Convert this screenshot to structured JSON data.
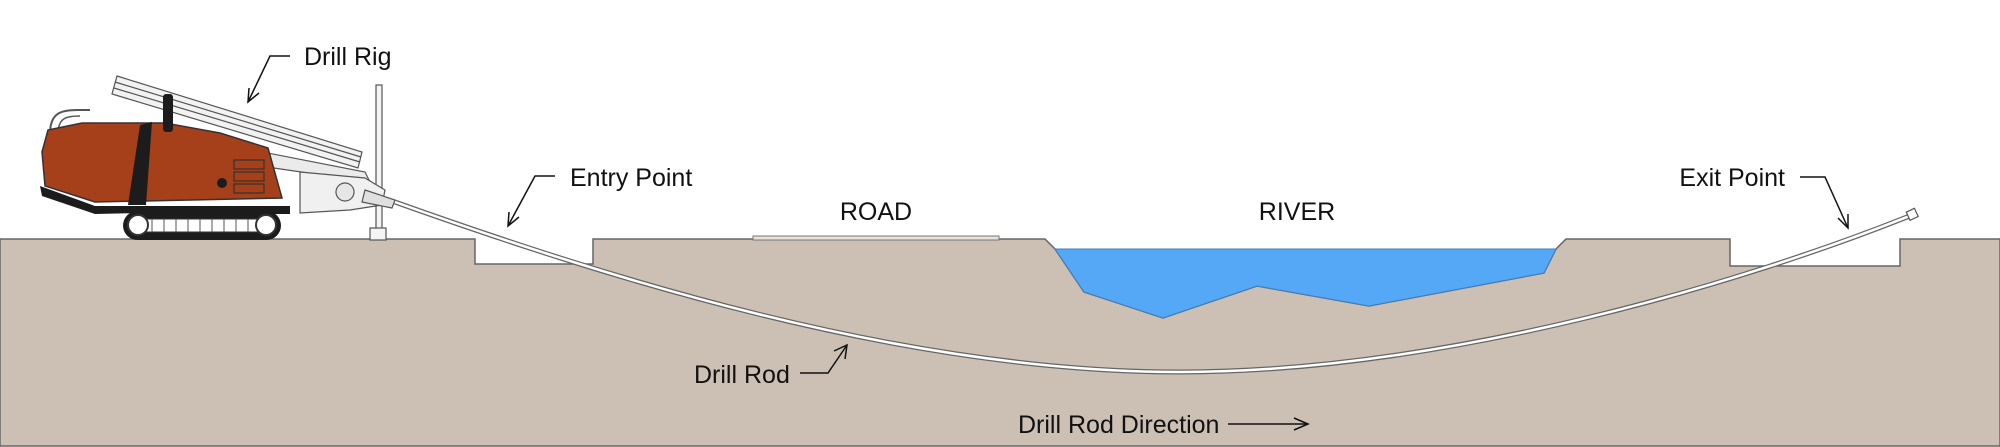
{
  "labels": {
    "drill_rig": "Drill Rig",
    "entry_point": "Entry Point",
    "road": "ROAD",
    "river": "RIVER",
    "exit_point": "Exit Point",
    "drill_rod": "Drill Rod",
    "drill_rod_direction": "Drill Rod Direction"
  },
  "colors": {
    "ground": "#cbc0b3",
    "river": "#55a8f5",
    "rig_body": "#a6401a",
    "rig_dark": "#1c1c1c",
    "outline": "#555555"
  },
  "icons": {
    "drill_rig": "drill-rig-icon",
    "arrow": "arrow-icon"
  }
}
